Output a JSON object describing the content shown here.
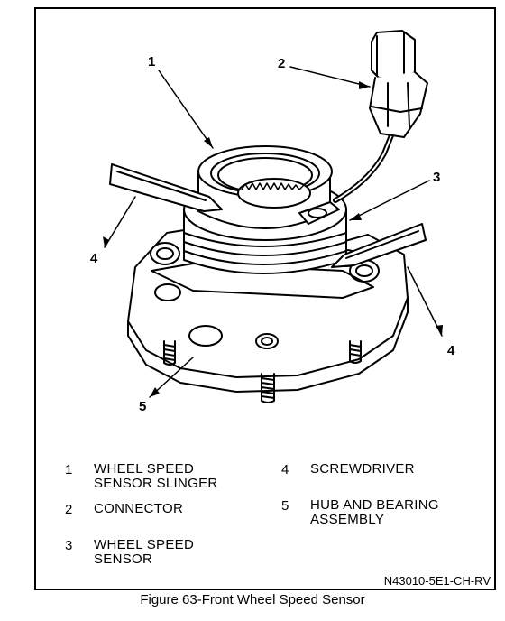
{
  "callouts": {
    "c1": "1",
    "c2": "2",
    "c3": "3",
    "c4a": "4",
    "c4b": "4",
    "c5": "5"
  },
  "legend": [
    {
      "num": "1",
      "text": "WHEEL SPEED\nSENSOR SLINGER"
    },
    {
      "num": "2",
      "text": "CONNECTOR"
    },
    {
      "num": "3",
      "text": "WHEEL SPEED\nSENSOR"
    },
    {
      "num": "4",
      "text": "SCREWDRIVER"
    },
    {
      "num": "5",
      "text": "HUB AND BEARING\nASSEMBLY"
    }
  ],
  "figure_code": "N43010-5E1-CH-RV",
  "caption": "Figure 63-Front Wheel Speed Sensor"
}
